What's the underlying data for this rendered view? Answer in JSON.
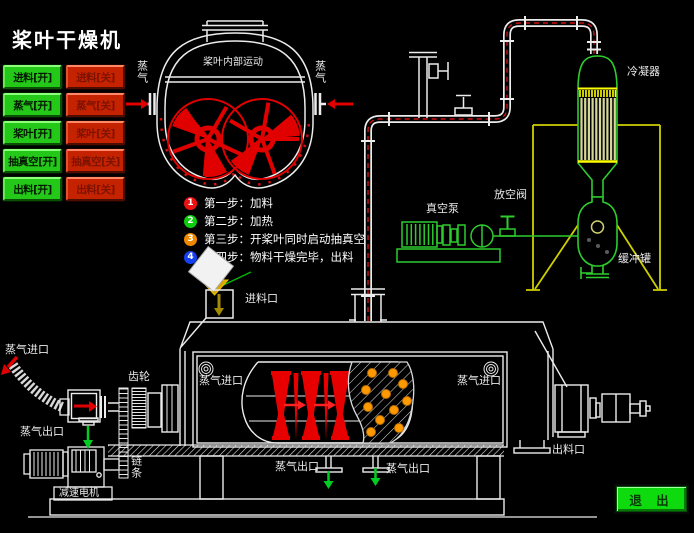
{
  "title": "桨叶干燥机",
  "panel": {
    "buttons": [
      {
        "on": "进料[开]",
        "off": "进料[关]"
      },
      {
        "on": "蒸气[开]",
        "off": "蒸气[关]"
      },
      {
        "on": "桨叶[开]",
        "off": "桨叶[关]"
      },
      {
        "on": "抽真空[开]",
        "off": "抽真空[关]"
      },
      {
        "on": "出料[开]",
        "off": "出料[关]"
      }
    ]
  },
  "vessel": {
    "label": "桨叶内部运动",
    "steam_left": "蒸气",
    "steam_right": "蒸气"
  },
  "steps": [
    {
      "num": "1",
      "text": "第一步：加料"
    },
    {
      "num": "2",
      "text": "第二步：加热"
    },
    {
      "num": "3",
      "text": "第三步：开桨叶同时启动抽真空"
    },
    {
      "num": "4",
      "text": "第四步：物料干燥完毕，出料"
    }
  ],
  "equipment": {
    "condenser": "冷凝器",
    "vacuum_pump": "真空泵",
    "vent_valve": "放空阀",
    "buffer_tank": "缓冲罐"
  },
  "dryer": {
    "feed_port": "进料口",
    "steam_inlet_hose": "蒸气进口",
    "steam_outlet_left": "蒸气出口",
    "gear": "齿轮",
    "chain": "链条",
    "gear_motor": "减速电机",
    "window_steam_inlet_left": "蒸气进口",
    "window_steam_inlet_right": "蒸气进口",
    "drain_steam_outlet_left": "蒸气出口",
    "drain_steam_outlet_right": "蒸气出口",
    "discharge_port": "出料口"
  },
  "exit": {
    "label": "退 出"
  },
  "colors": {
    "button_on_green": "#24c818",
    "button_off_red": "#c52200",
    "exit_green": "#0ddb0d",
    "line_white": "#ececec",
    "equipment_green": "#2ecc2e",
    "support_yellow": "#cfcf00",
    "paddle_red": "#e00000",
    "material_orange": "#ff9900",
    "step_colors": [
      "#ee1111",
      "#0ecc0e",
      "#ef8800",
      "#1540ee"
    ]
  }
}
